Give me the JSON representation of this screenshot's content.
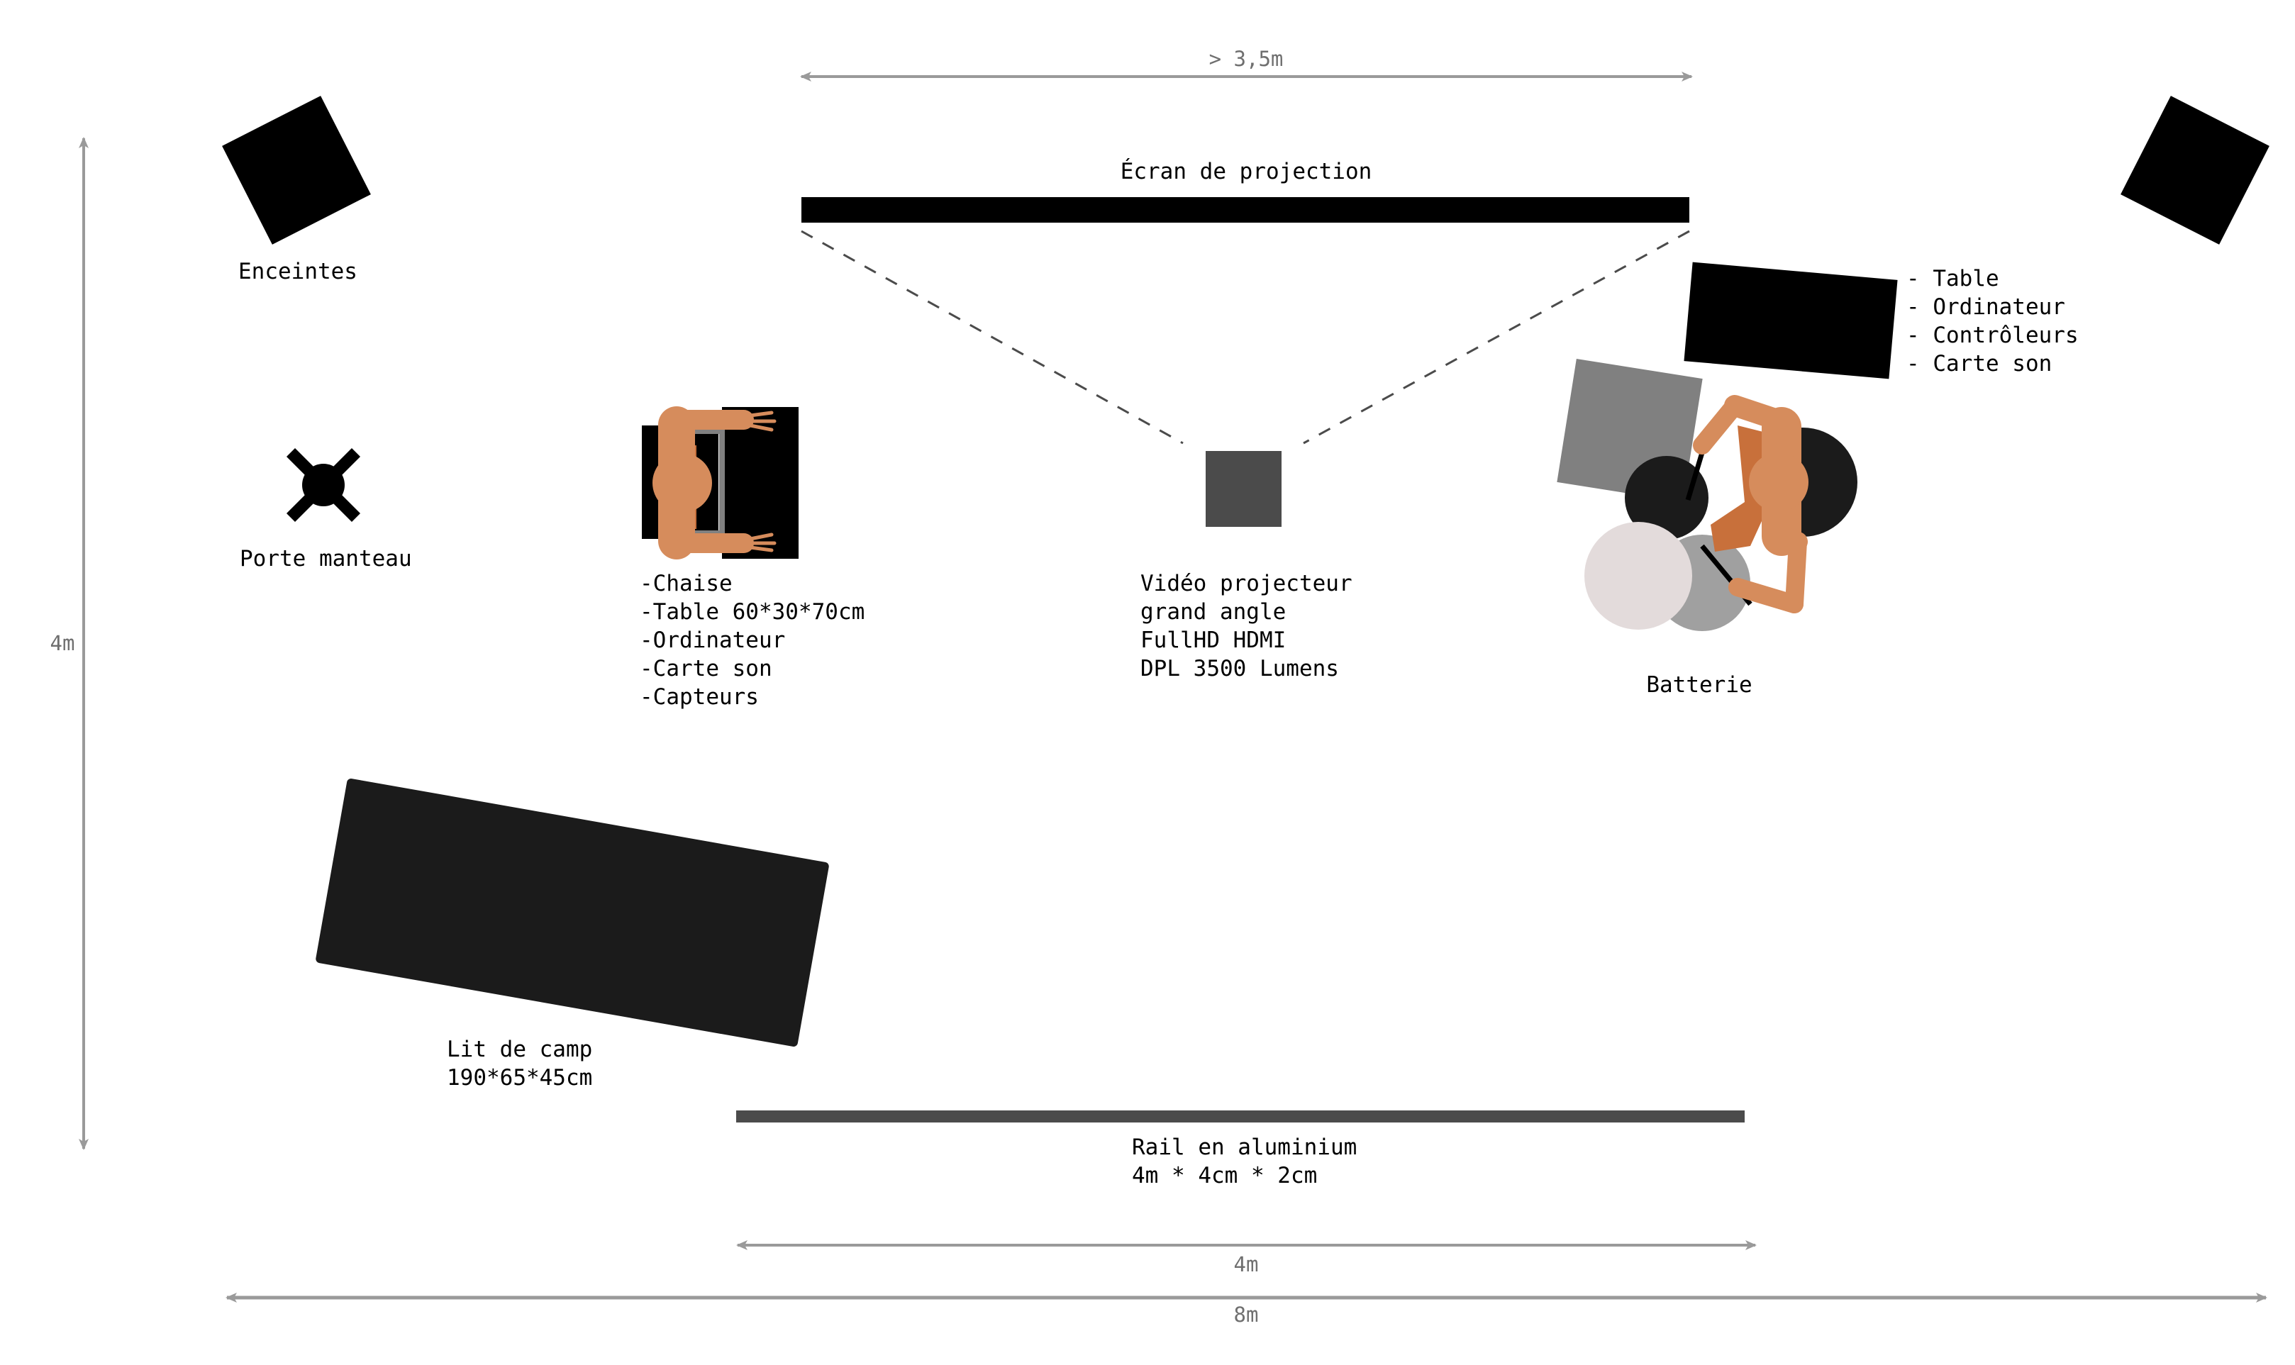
{
  "colors": {
    "black": "#000000",
    "dark_table": "#1b1b1b",
    "dimension_gray": "#9a9a9a",
    "dimension_text": "#6f6f6f",
    "projector": "#4b4b4b",
    "rail": "#4b4b4b",
    "amp_gray": "#808080",
    "skin": "#d68c5c",
    "shirt": "#c8703b",
    "cymbal": "#e3dbdb",
    "drum_gray": "#a0a0a0",
    "drum_dark": "#1b1b1b"
  },
  "dimensions": {
    "screen_width": "> 3,5m",
    "room_depth": "4m",
    "rail_width": "4m",
    "room_width": "8m"
  },
  "labels": {
    "speakers": "Enceintes",
    "screen": "Écran de projection",
    "right_table": [
      "- Table",
      "- Ordinateur",
      "- Contrôleurs",
      "- Carte son"
    ],
    "coat_rack": "Porte manteau",
    "desk": [
      "-Chaise",
      "-Table 60*30*70cm",
      "-Ordinateur",
      "-Carte son",
      "-Capteurs"
    ],
    "projector": [
      "Vidéo projecteur",
      "grand angle",
      "FullHD HDMI",
      "DPL 3500 Lumens"
    ],
    "drums": "Batterie",
    "camp_bed": [
      "Lit de camp",
      "190*65*45cm"
    ],
    "rail": [
      "Rail en aluminium",
      "4m * 4cm * 2cm"
    ]
  },
  "icons": {
    "speaker": "speaker-square-icon",
    "coat_rack": "coat-rack-icon",
    "person": "person-top-view-icon",
    "drum_kit": "drum-kit-icon"
  }
}
